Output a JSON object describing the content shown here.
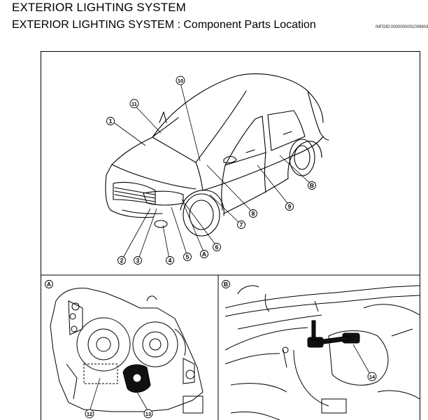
{
  "section_title": "EXTERIOR LIGHTING SYSTEM",
  "page_title": "EXTERIOR LIGHTING SYSTEM : Component Parts Location",
  "info_id": "INFOID:0000000001009803",
  "figure": {
    "main_callouts": [
      "1",
      "2",
      "3",
      "4",
      "5",
      "6",
      "7",
      "8",
      "9",
      "10",
      "11"
    ],
    "letter_callouts": [
      "A",
      "B"
    ],
    "panel_a": {
      "label": "A",
      "callouts": [
        "12",
        "13"
      ]
    },
    "panel_b": {
      "label": "B",
      "callouts": [
        "14"
      ]
    }
  }
}
